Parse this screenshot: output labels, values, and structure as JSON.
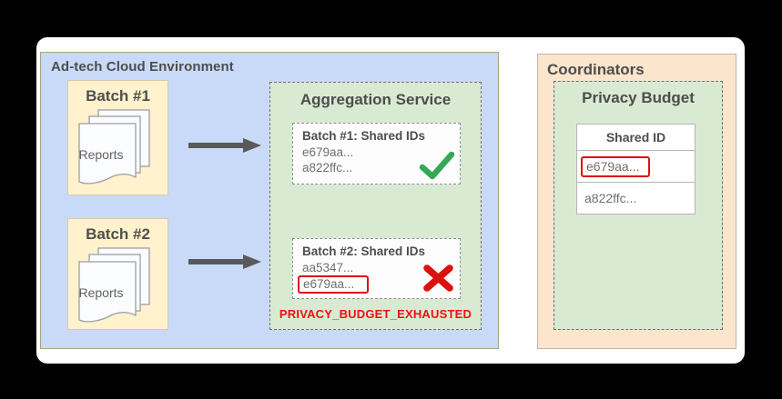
{
  "adtech": {
    "title": "Ad-tech Cloud Environment",
    "batches": [
      {
        "label": "Batch #1",
        "doc_label": "Reports"
      },
      {
        "label": "Batch #2",
        "doc_label": "Reports"
      }
    ]
  },
  "aggregation": {
    "title": "Aggregation Service",
    "results": [
      {
        "title": "Batch #1: Shared IDs",
        "id_line_1": "e679aa...",
        "id_line_2": "a822ffc...",
        "status": "success"
      },
      {
        "title": "Batch #2: Shared IDs",
        "id_line_1": "aa5347...",
        "id_line_2": "e679aa...",
        "status": "failure"
      }
    ],
    "error_label": "PRIVACY_BUDGET_EXHAUSTED"
  },
  "coordinators": {
    "title": "Coordinators",
    "privacy_budget": {
      "title": "Privacy Budget",
      "table": {
        "header": "Shared ID",
        "rows": [
          "e679aa...",
          "a822ffc..."
        ]
      }
    }
  },
  "icons": {
    "success": "green-check-icon",
    "failure": "red-x-icon",
    "flow": "right-arrow-icon",
    "batch_contents": "document-stack-icon"
  },
  "colors": {
    "env_fill": "#c9daf8",
    "batch_fill": "#fff2cc",
    "service_fill": "#d9ead3",
    "coordinators_fill": "#fce5cd",
    "success_green": "#34a853",
    "error_red": "#dd1010",
    "arrow_gray": "#595959",
    "title_text": "#4d4d4d",
    "id_text": "#6f6f6f"
  }
}
